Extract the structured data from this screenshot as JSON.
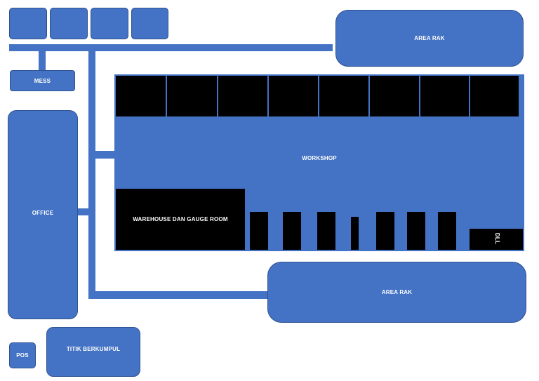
{
  "labels": {
    "area_rak_top": "AREA RAK",
    "mess": "MESS",
    "workshop": "WORKSHOP",
    "office": "OFFICE",
    "warehouse": "WAREHOUSE DAN GAUGE ROOM",
    "dll": "DLL",
    "area_rak_bottom": "AREA RAK",
    "pos": "POS",
    "titik_berkumpul": "TITIK BERKUMPUL"
  },
  "colors": {
    "block": "#4472c4",
    "outline": "#2f528f",
    "dark": "#000000",
    "text": "#ffffff"
  }
}
